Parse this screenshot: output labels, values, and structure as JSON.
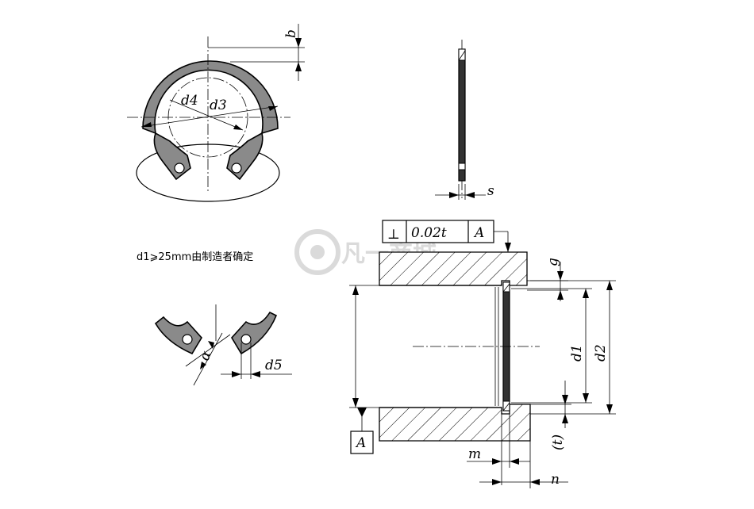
{
  "labels": {
    "b": "b",
    "d4": "d4",
    "d3": "d3",
    "s": "s",
    "note": "d1⩾25mm由制造者确定",
    "alpha": "α",
    "d5": "d5",
    "tolerance_symbol": "⊥",
    "tolerance_value": "0.02t",
    "datum_ref": "A",
    "datum_box": "A",
    "g": "g",
    "d1": "d1",
    "d2": "d2",
    "t": "(t)",
    "m": "m",
    "n": "n"
  },
  "watermark": {
    "text": "凡一商城",
    "color": "#bdbdbd"
  },
  "colors": {
    "ring_fill": "#8a8a8a",
    "line": "#000000",
    "background": "#ffffff"
  }
}
